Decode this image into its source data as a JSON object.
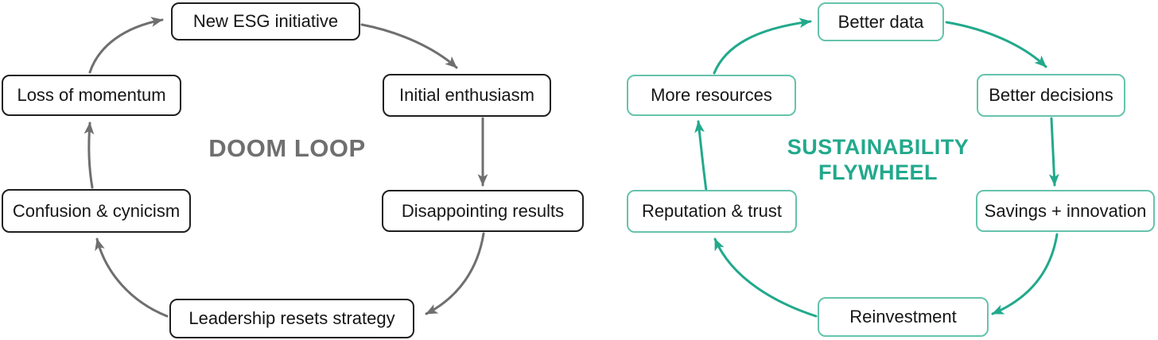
{
  "diagrams": {
    "doom_loop": {
      "title": "DOOM LOOP",
      "accent_color": "#6f6f6f",
      "box_border_color": "#1f1f1f",
      "nodes": [
        {
          "label": "New ESG initiative"
        },
        {
          "label": "Initial enthusiasm"
        },
        {
          "label": "Disappointing results"
        },
        {
          "label": "Leadership resets strategy"
        },
        {
          "label": "Confusion & cynicism"
        },
        {
          "label": "Loss of momentum"
        }
      ],
      "edges": [
        [
          0,
          1
        ],
        [
          1,
          2
        ],
        [
          2,
          3
        ],
        [
          3,
          4
        ],
        [
          4,
          5
        ],
        [
          5,
          0
        ]
      ]
    },
    "flywheel": {
      "title_line1": "SUSTAINABILITY",
      "title_line2": "FLYWHEEL",
      "accent_color": "#22a98c",
      "box_border_color": "#66c3ac",
      "nodes": [
        {
          "label": "Better data"
        },
        {
          "label": "Better decisions"
        },
        {
          "label": "Savings + innovation"
        },
        {
          "label": "Reinvestment"
        },
        {
          "label": "Reputation & trust"
        },
        {
          "label": "More resources"
        }
      ],
      "edges": [
        [
          0,
          1
        ],
        [
          1,
          2
        ],
        [
          2,
          3
        ],
        [
          3,
          4
        ],
        [
          4,
          5
        ],
        [
          5,
          0
        ]
      ]
    }
  }
}
